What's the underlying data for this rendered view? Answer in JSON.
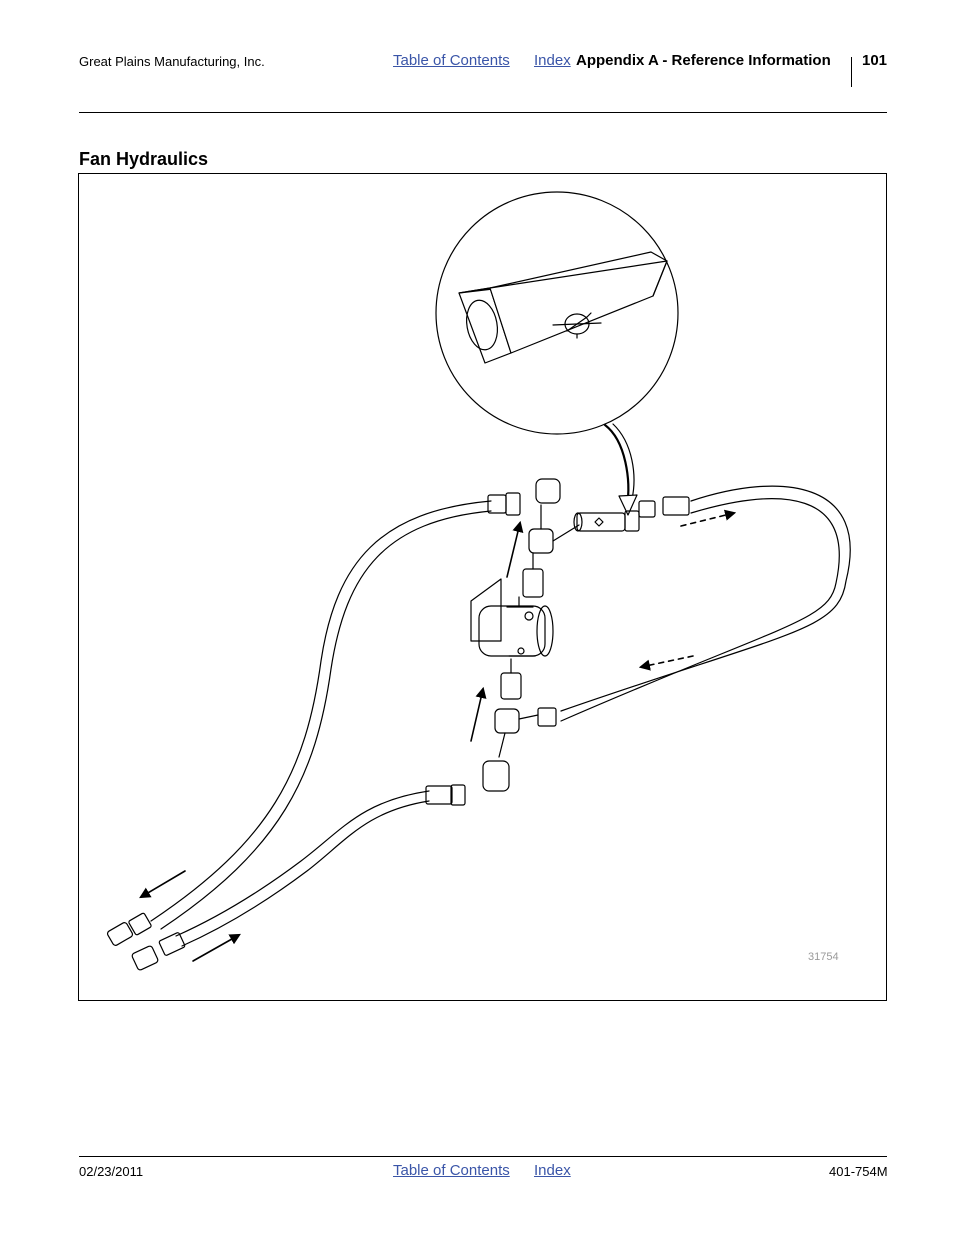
{
  "header": {
    "company": "Great Plains Manufacturing, Inc.",
    "toc_link": "Table of Contents",
    "index_link": "Index",
    "section": "Appendix A - Reference Information",
    "page_number": "101"
  },
  "section_title": "Fan Hydraulics",
  "figure": {
    "number": "31754"
  },
  "footer": {
    "date": "02/23/2011",
    "toc_link": "Table of Contents",
    "index_link": "Index",
    "doc_number": "401-754M"
  }
}
